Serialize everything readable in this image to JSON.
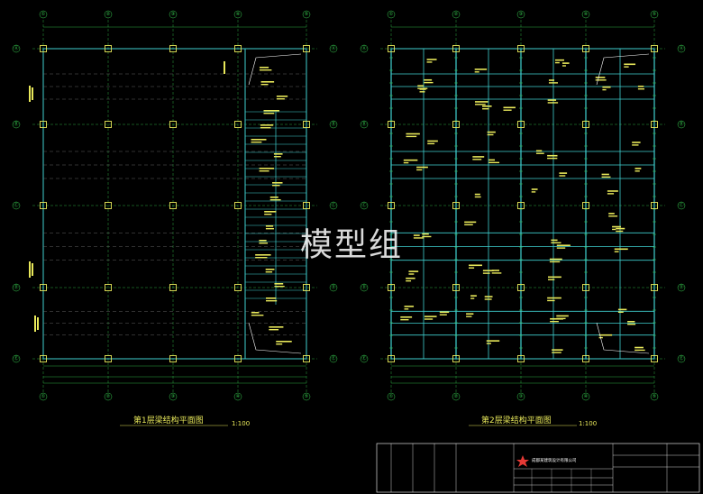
{
  "left_plan": {
    "title": "第1层梁结构平面图",
    "scale": "1:100",
    "col_axes": [
      "①",
      "②",
      "③",
      "④",
      "⑤"
    ],
    "row_axes": [
      "Ⓐ",
      "Ⓑ",
      "Ⓒ",
      "Ⓓ",
      "Ⓔ"
    ]
  },
  "right_plan": {
    "title": "第2层梁结构平面图",
    "scale": "1:100",
    "col_axes": [
      "①",
      "②",
      "③",
      "④",
      "⑤"
    ],
    "row_axes": [
      "Ⓐ",
      "Ⓑ",
      "Ⓒ",
      "Ⓓ",
      "Ⓔ"
    ]
  },
  "watermark": "模型组",
  "title_block": {
    "company": "成都某建筑设计有限公司",
    "logo_icon": "red-star-logo"
  },
  "colors": {
    "background": "#000000",
    "axis_bubble": "#39d353",
    "column": "#e8e85a",
    "beam": "#3fd0d0",
    "annotation": "#e8e85a",
    "title_block_line": "#ffffff"
  }
}
